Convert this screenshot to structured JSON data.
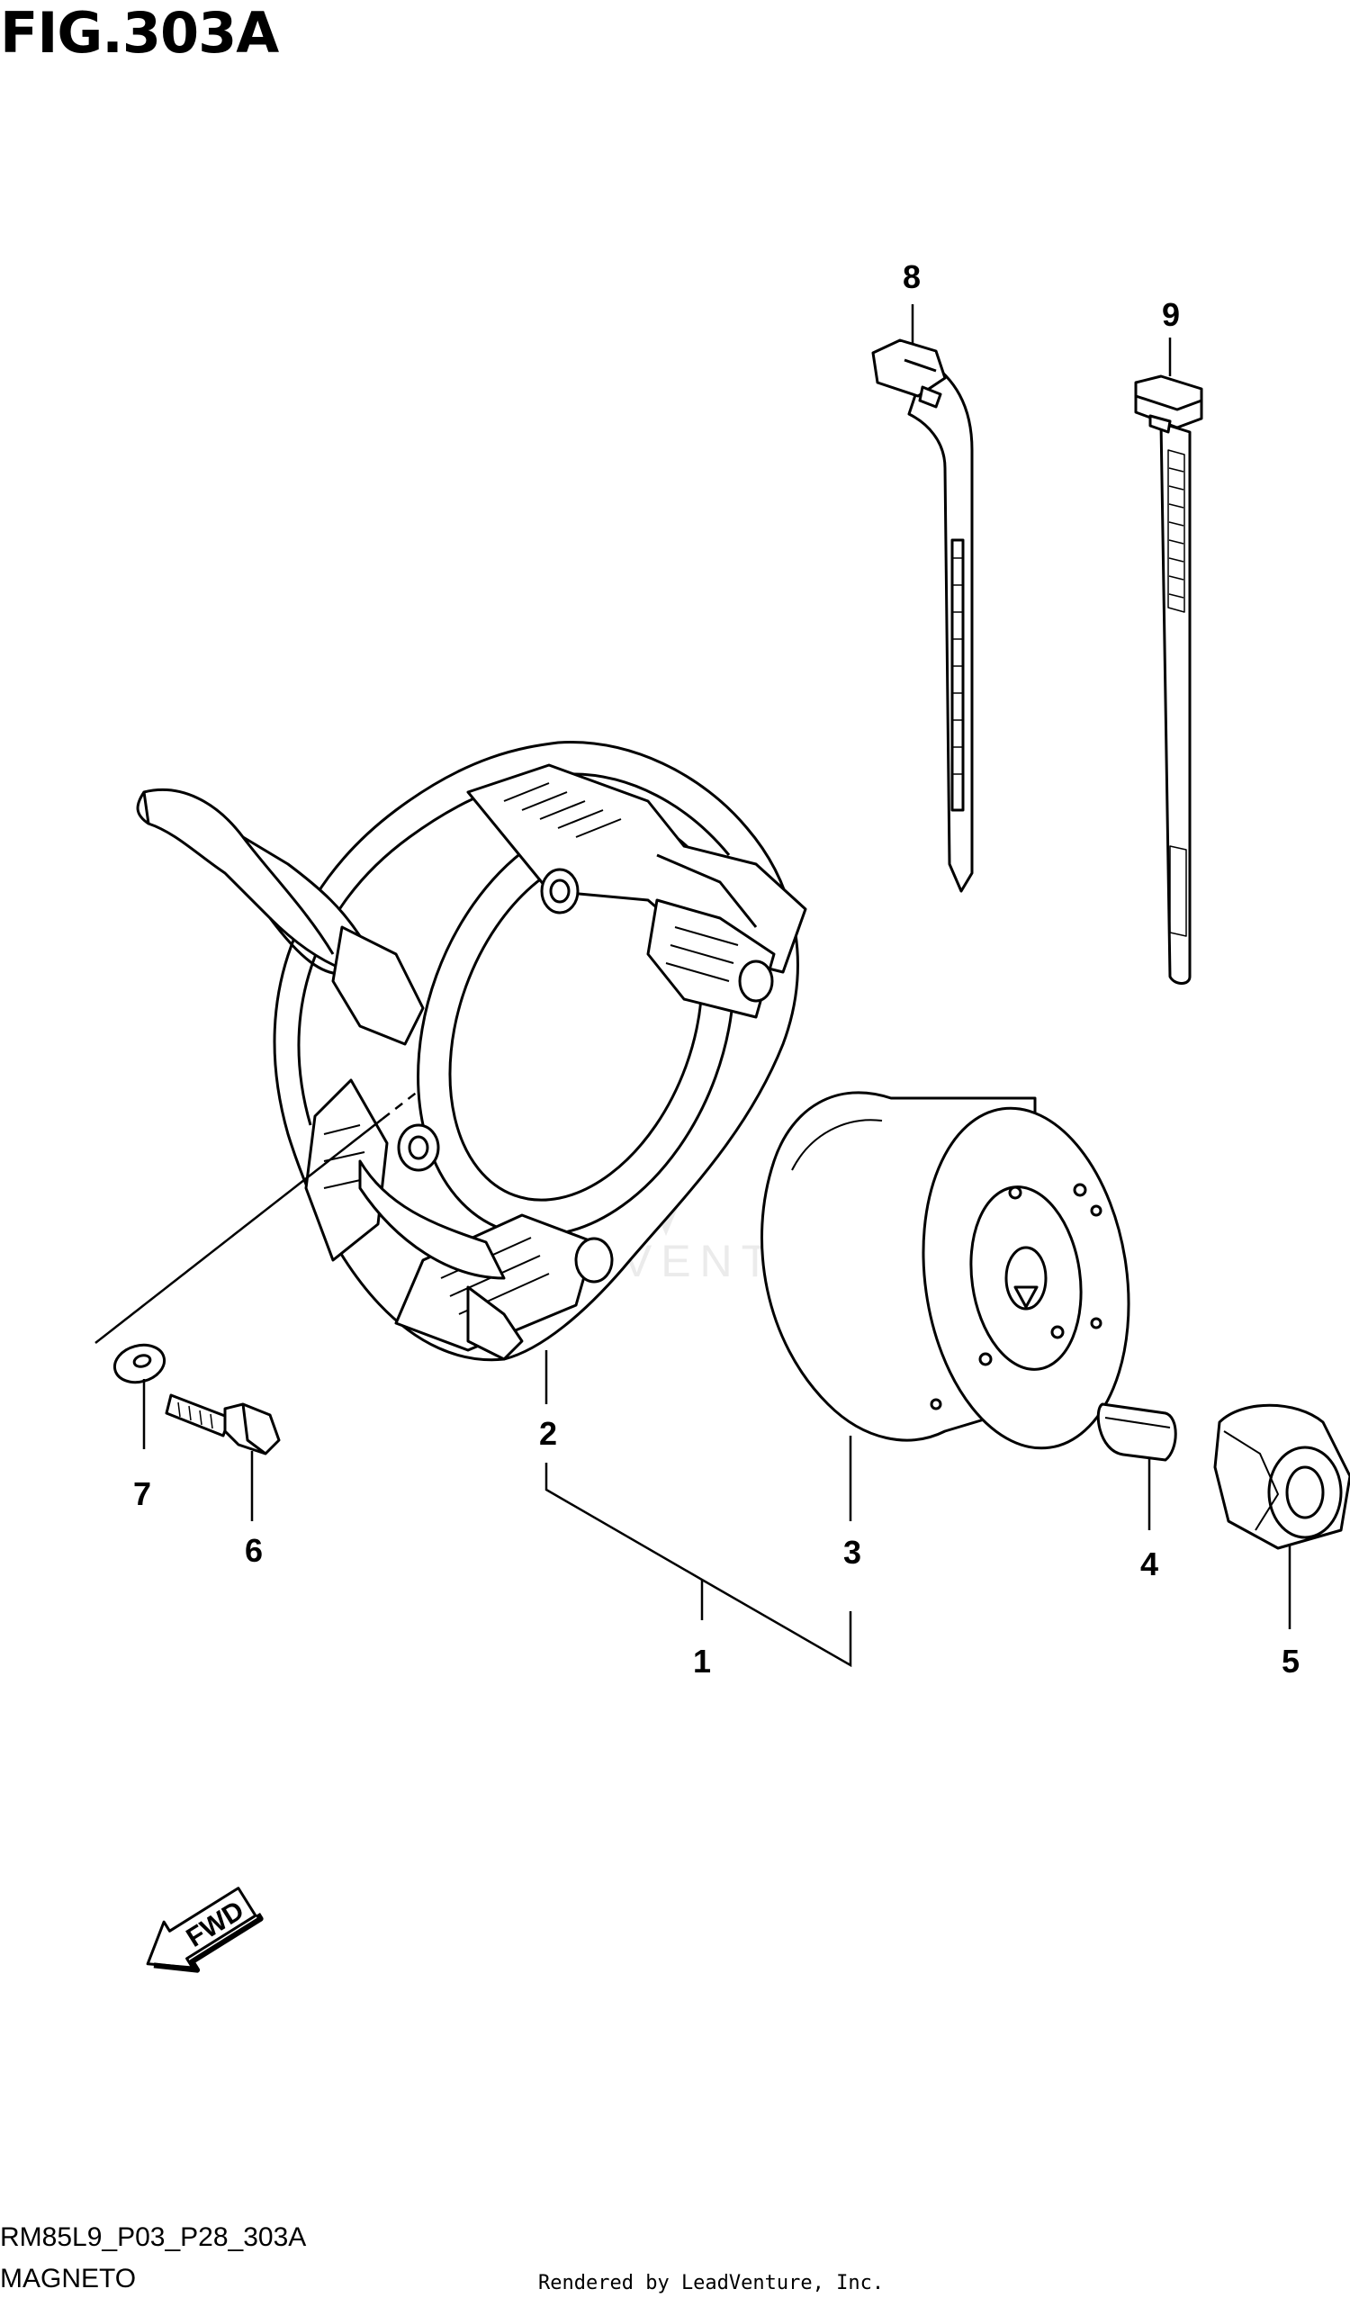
{
  "figure_title": "FIG.303A",
  "diagram_code": "RM85L9_P03_P28_303A",
  "section_name": "MAGNETO",
  "credit": "Rendered by LeadVenture, Inc.",
  "direction_label": "FWD",
  "watermark": "LEADVENTURE",
  "callouts": {
    "c1": "1",
    "c2": "2",
    "c3": "3",
    "c4": "4",
    "c5": "5",
    "c6": "6",
    "c7": "7",
    "c8": "8",
    "c9": "9"
  },
  "line_color": "#000000",
  "watermark_color": "#ebebeb"
}
